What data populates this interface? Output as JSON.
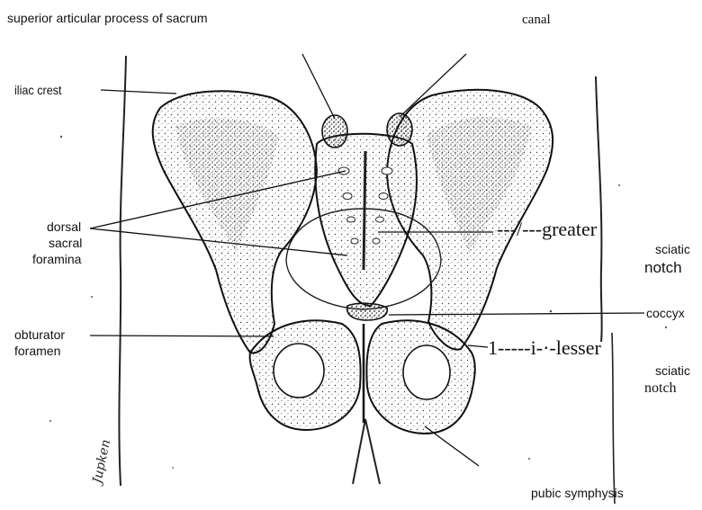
{
  "labels": {
    "superior_articular_process": "superior  articular process  of  sacrum",
    "canal": "canal",
    "iliac_crest": "iliac crest",
    "dorsal": "dorsal",
    "sacral": "sacral",
    "foramina": "foramina",
    "greater": "---/---greater",
    "greater_sciatic": "sciatic",
    "greater_notch": "notch",
    "coccyx": "coccyx",
    "obturator": "obturator",
    "foramen": "foramen",
    "lesser": "1-----i-·-lesser",
    "lesser_sciatic": "sciatic",
    "lesser_notch": "notch",
    "pubic_symphysis": "pubic symphysis"
  },
  "signature": "Jupken"
}
